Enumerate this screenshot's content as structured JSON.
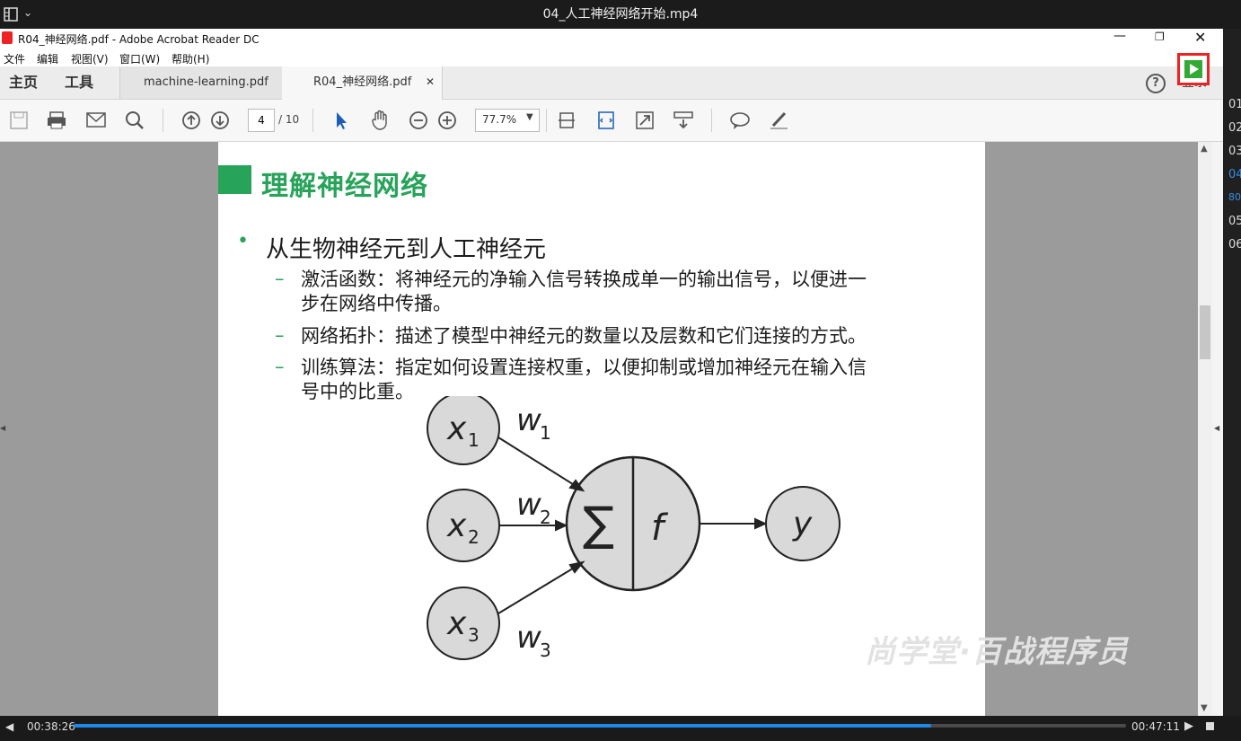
{
  "player": {
    "title": "04_人工神经网络开始.mp4",
    "elapsed": "00:38:26",
    "total": "00:47:11",
    "progress": 0.815
  },
  "window": {
    "title": "R04_神经网络.pdf - Adobe Acrobat Reader DC"
  },
  "menu": [
    "文件",
    "编辑",
    "视图(V)",
    "窗口(W)",
    "帮助(H)"
  ],
  "nav": {
    "home": "主页",
    "tools": "工具"
  },
  "tabs": [
    {
      "label": "machine-learning.pdf"
    },
    {
      "label": "R04_神经网络.pdf"
    }
  ],
  "login_label": "登录",
  "toolbar": {
    "page_current": "4",
    "page_total": "/ 10",
    "zoom": "77.7%"
  },
  "side_list": [
    "01",
    "02",
    "03",
    "04",
    "80",
    "05",
    "06"
  ],
  "slide": {
    "title": "理解神经网络",
    "bullet": "从生物神经元到人工神经元",
    "sub1_line1": "激活函数：将神经元的净输入信号转换成单一的输出信号，以便进一",
    "sub1_line2": "步在网络中传播。",
    "sub2": "网络拓扑：描述了模型中神经元的数量以及层数和它们连接的方式。",
    "sub3_line1": "训练算法：指定如何设置连接权重，以便抑制或增加神经元在输入信",
    "sub3_line2": "号中的比重。",
    "diagram": {
      "x1": "x",
      "x1s": "1",
      "x2": "x",
      "x2s": "2",
      "x3": "x",
      "x3s": "3",
      "w1": "w",
      "w1s": "1",
      "w2": "w",
      "w2s": "2",
      "w3": "w",
      "w3s": "3",
      "sum": "∑",
      "f": "f",
      "y": "y"
    }
  },
  "watermark": "尚学堂·百战程序员",
  "colors": {
    "accent_green": "#27a35a",
    "progress_blue": "#1e88e5"
  }
}
